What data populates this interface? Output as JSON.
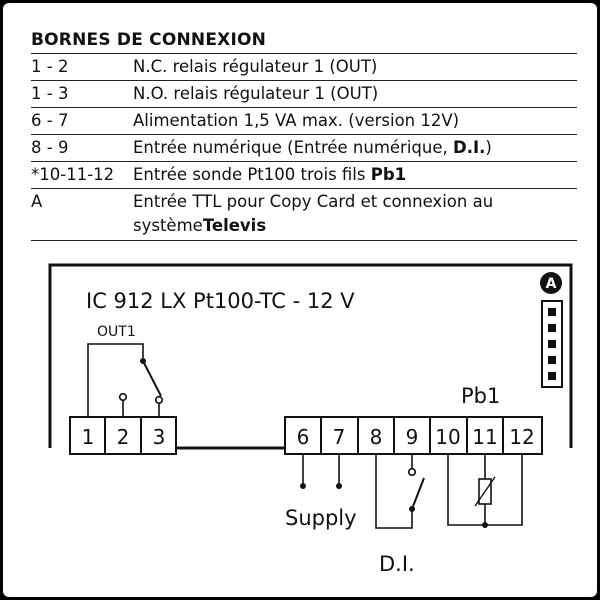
{
  "table": {
    "title": "BORNES DE CONNEXION",
    "rows": [
      {
        "terminals": "1 - 2",
        "text": "N.C. relais régulateur 1 (OUT)"
      },
      {
        "terminals": "1 - 3",
        "text": "N.O. relais régulateur 1 (OUT)"
      },
      {
        "terminals": "6 - 7",
        "text": "Alimentation 1,5 VA max. (version 12V)"
      },
      {
        "terminals": "8 - 9",
        "text_plain": "Entrée numérique (Entrée numérique, ",
        "text_bold": "D.I.",
        "text_end": ")"
      },
      {
        "terminals": "*10-11-12",
        "text_plain": "Entrée sonde Pt100 trois fils ",
        "text_bold": "Pb1"
      },
      {
        "terminals": "A",
        "text_line1": "Entrée TTL pour Copy Card et connexion au",
        "text_plain": "système",
        "text_bold": "Televis"
      }
    ]
  },
  "diagram": {
    "model": "IC 912 LX Pt100-TC - 12 V",
    "connector_label": "A",
    "relay_label": "OUT1",
    "probe_label": "Pb1",
    "supply_label": "Supply",
    "di_label": "D.I.",
    "left_terminals": [
      "1",
      "2",
      "3"
    ],
    "right_terminals": [
      "6",
      "7",
      "8",
      "9",
      "10",
      "11",
      "12"
    ],
    "line_color": "#111111"
  }
}
